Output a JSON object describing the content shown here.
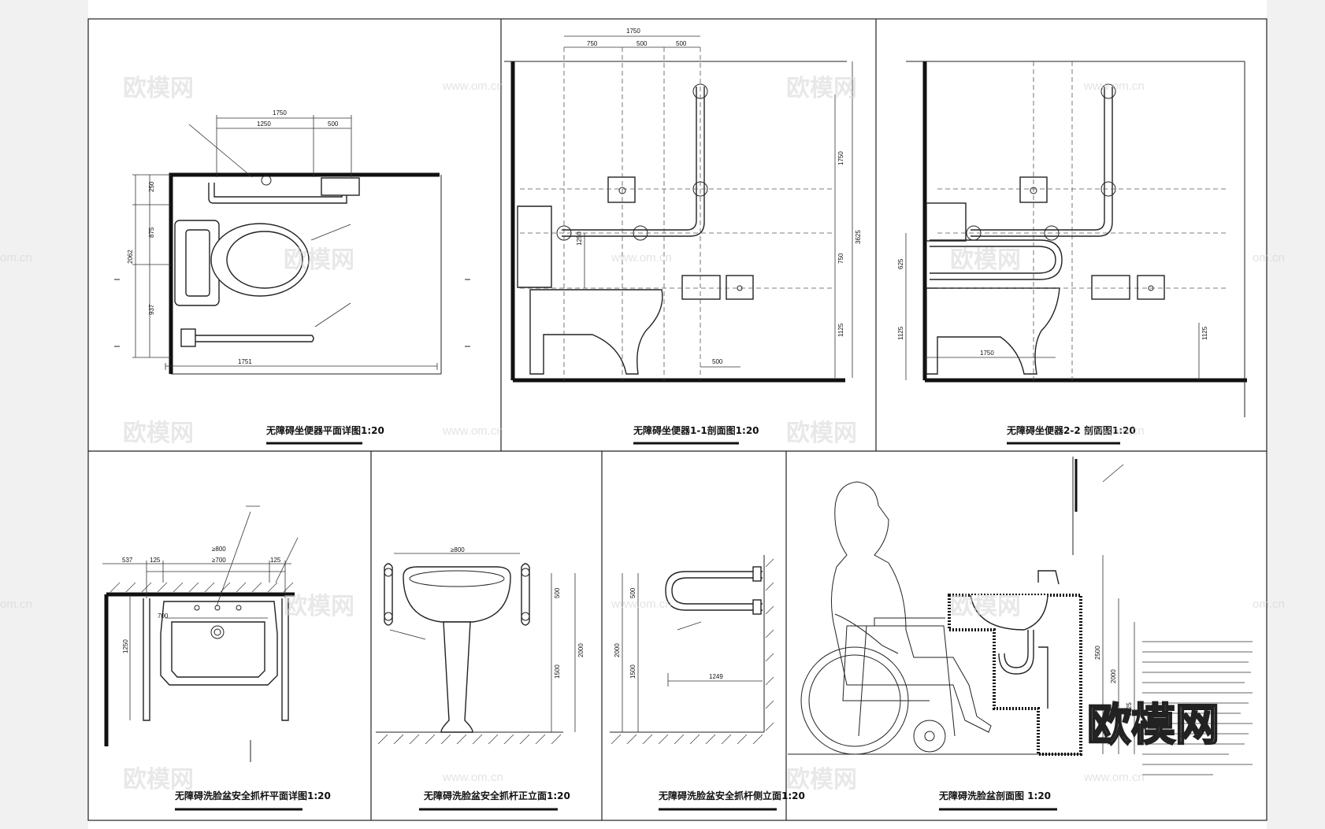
{
  "panels": [
    {
      "title": "无障碍坐便器平面详图1:20",
      "dims": {
        "d1750": "1750",
        "d1250": "1250",
        "d500": "500",
        "d250": "250",
        "d875": "875",
        "d937": "937",
        "d2062": "2062",
        "d1751": "1751"
      }
    },
    {
      "title": "无障碍坐便器1-1剖面图1:20",
      "dims": {
        "d1750": "1750",
        "d750": "750",
        "d500a": "500",
        "d500b": "500",
        "v1750": "1750",
        "v3625": "3625",
        "v1250": "1250",
        "v750": "750",
        "v1125": "1125",
        "h500": "500"
      }
    },
    {
      "title": "无障碍坐便器2-2 剖面图1:20",
      "dims": {
        "d1750": "1750",
        "v625": "625",
        "v1125a": "1125",
        "v1125b": "1125"
      }
    },
    {
      "title": "无障碍洗脸盆安全抓杆平面详图1:20",
      "dims": {
        "d537": "537",
        "d125a": "125",
        "d800": "≥800",
        "d700": "≥700",
        "d125b": "125",
        "v1250": "1250",
        "d700s": "700"
      }
    },
    {
      "title": "无障碍洗脸盆安全抓杆正立面1:20",
      "dims": {
        "d800": "≥800",
        "v500": "500",
        "v1500": "1500",
        "v2000": "2000"
      }
    },
    {
      "title": "无障碍洗脸盆安全抓杆侧立面1:20",
      "dims": {
        "v500": "500",
        "v1500": "1500",
        "v2000": "2000",
        "h1249": "1249"
      }
    },
    {
      "title": "无障碍洗脸盆剖面图 1:20",
      "dims": {
        "v2500": "2500",
        "v2000": "2000",
        "v1625": "1625"
      }
    }
  ],
  "watermark": {
    "brand": "欧模网",
    "url": "www.om.cn",
    "url_edge": "om.cn"
  },
  "colors": {
    "background": "#f1f1f1",
    "sheet": "#ffffff",
    "line": "#111111"
  }
}
